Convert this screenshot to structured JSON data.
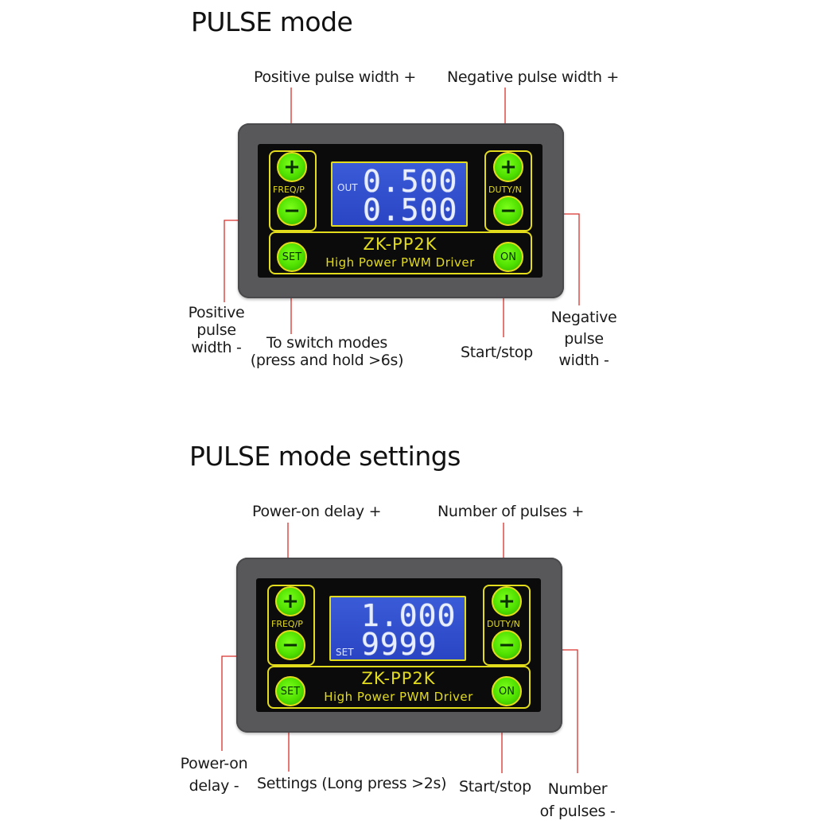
{
  "section1": {
    "title": "PULSE mode",
    "labels": {
      "top_left": "Positive pulse width +",
      "top_right": "Negative pulse width +",
      "left_bottom": [
        "Positive",
        "pulse",
        "width -"
      ],
      "set_button": [
        "To switch modes",
        "(press and hold >6s)"
      ],
      "on_button": "Start/stop",
      "right_bottom": [
        "Negative",
        "pulse",
        "width -"
      ]
    },
    "device": {
      "left_tag": "FREQ/P",
      "right_tag": "DUTY/N",
      "plus_symbol": "+",
      "minus_symbol": "−",
      "set_label": "SET",
      "on_label": "ON",
      "lcd_tag": "OUT",
      "lcd_line1": "0.500",
      "lcd_line2": "0.500",
      "model": "ZK-PP2K",
      "subtitle": "High Power PWM Driver"
    }
  },
  "section2": {
    "title": "PULSE mode settings",
    "labels": {
      "top_left": "Power-on delay +",
      "top_right": "Number of pulses +",
      "left_bottom": [
        "Power-on",
        "delay -"
      ],
      "set_button": "Settings (Long press >2s)",
      "on_button": "Start/stop",
      "right_bottom": [
        "Number",
        "of pulses -"
      ]
    },
    "device": {
      "left_tag": "FREQ/P",
      "right_tag": "DUTY/N",
      "plus_symbol": "+",
      "minus_symbol": "−",
      "set_label": "SET",
      "on_label": "ON",
      "lcd_tag": "SET",
      "lcd_line1": "1.000",
      "lcd_line2": "9999",
      "model": "ZK-PP2K",
      "subtitle": "High Power PWM Driver"
    }
  },
  "colors": {
    "accent_yellow": "#e3dc1c",
    "button_green": "#4fe000",
    "lcd_blue": "#2f4fd0",
    "pointer_red": "#d9302c",
    "case_gray": "#58585a"
  }
}
